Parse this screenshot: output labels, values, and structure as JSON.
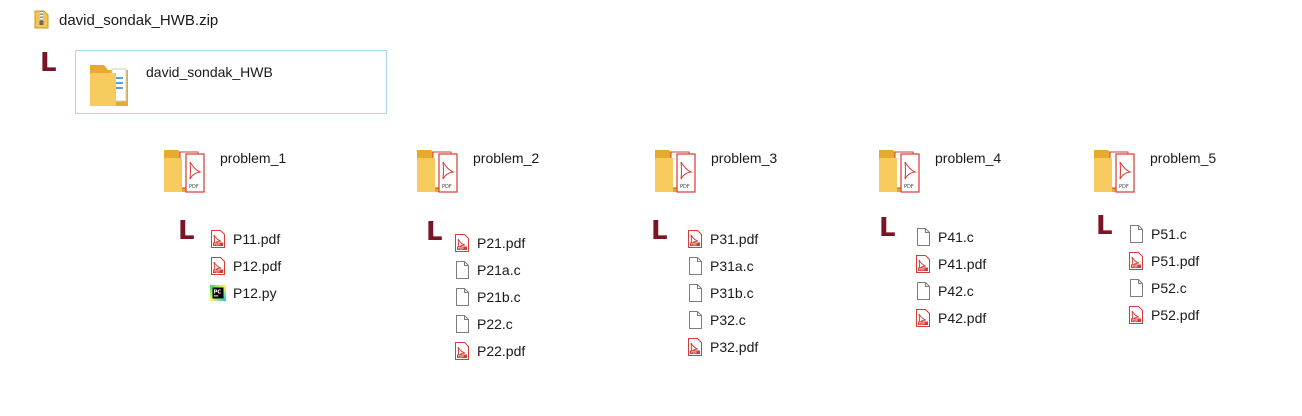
{
  "zip": {
    "name": "david_sondak_HWB.zip",
    "icon": "zip-folder-icon"
  },
  "root_folder": {
    "name": "david_sondak_HWB",
    "icon": "folder-icon"
  },
  "tree_marker": "L",
  "colors": {
    "marker": "#7a1526",
    "selection_border": "#a9d8ea",
    "folder": "#f4c44e",
    "pdf": "#d83a34"
  },
  "problems": [
    {
      "name": "problem_1",
      "files": [
        {
          "name": "P11.pdf",
          "type": "pdf"
        },
        {
          "name": "P12.pdf",
          "type": "pdf"
        },
        {
          "name": "P12.py",
          "type": "py"
        }
      ]
    },
    {
      "name": "problem_2",
      "files": [
        {
          "name": "P21.pdf",
          "type": "pdf"
        },
        {
          "name": "P21a.c",
          "type": "c"
        },
        {
          "name": "P21b.c",
          "type": "c"
        },
        {
          "name": "P22.c",
          "type": "c"
        },
        {
          "name": "P22.pdf",
          "type": "pdf"
        }
      ]
    },
    {
      "name": "problem_3",
      "files": [
        {
          "name": "P31.pdf",
          "type": "pdf"
        },
        {
          "name": "P31a.c",
          "type": "c"
        },
        {
          "name": "P31b.c",
          "type": "c"
        },
        {
          "name": "P32.c",
          "type": "c"
        },
        {
          "name": "P32.pdf",
          "type": "pdf"
        }
      ]
    },
    {
      "name": "problem_4",
      "files": [
        {
          "name": "P41.c",
          "type": "c"
        },
        {
          "name": "P41.pdf",
          "type": "pdf"
        },
        {
          "name": "P42.c",
          "type": "c"
        },
        {
          "name": "P42.pdf",
          "type": "pdf"
        }
      ]
    },
    {
      "name": "problem_5",
      "files": [
        {
          "name": "P51.c",
          "type": "c"
        },
        {
          "name": "P51.pdf",
          "type": "pdf"
        },
        {
          "name": "P52.c",
          "type": "c"
        },
        {
          "name": "P52.pdf",
          "type": "pdf"
        }
      ]
    }
  ]
}
